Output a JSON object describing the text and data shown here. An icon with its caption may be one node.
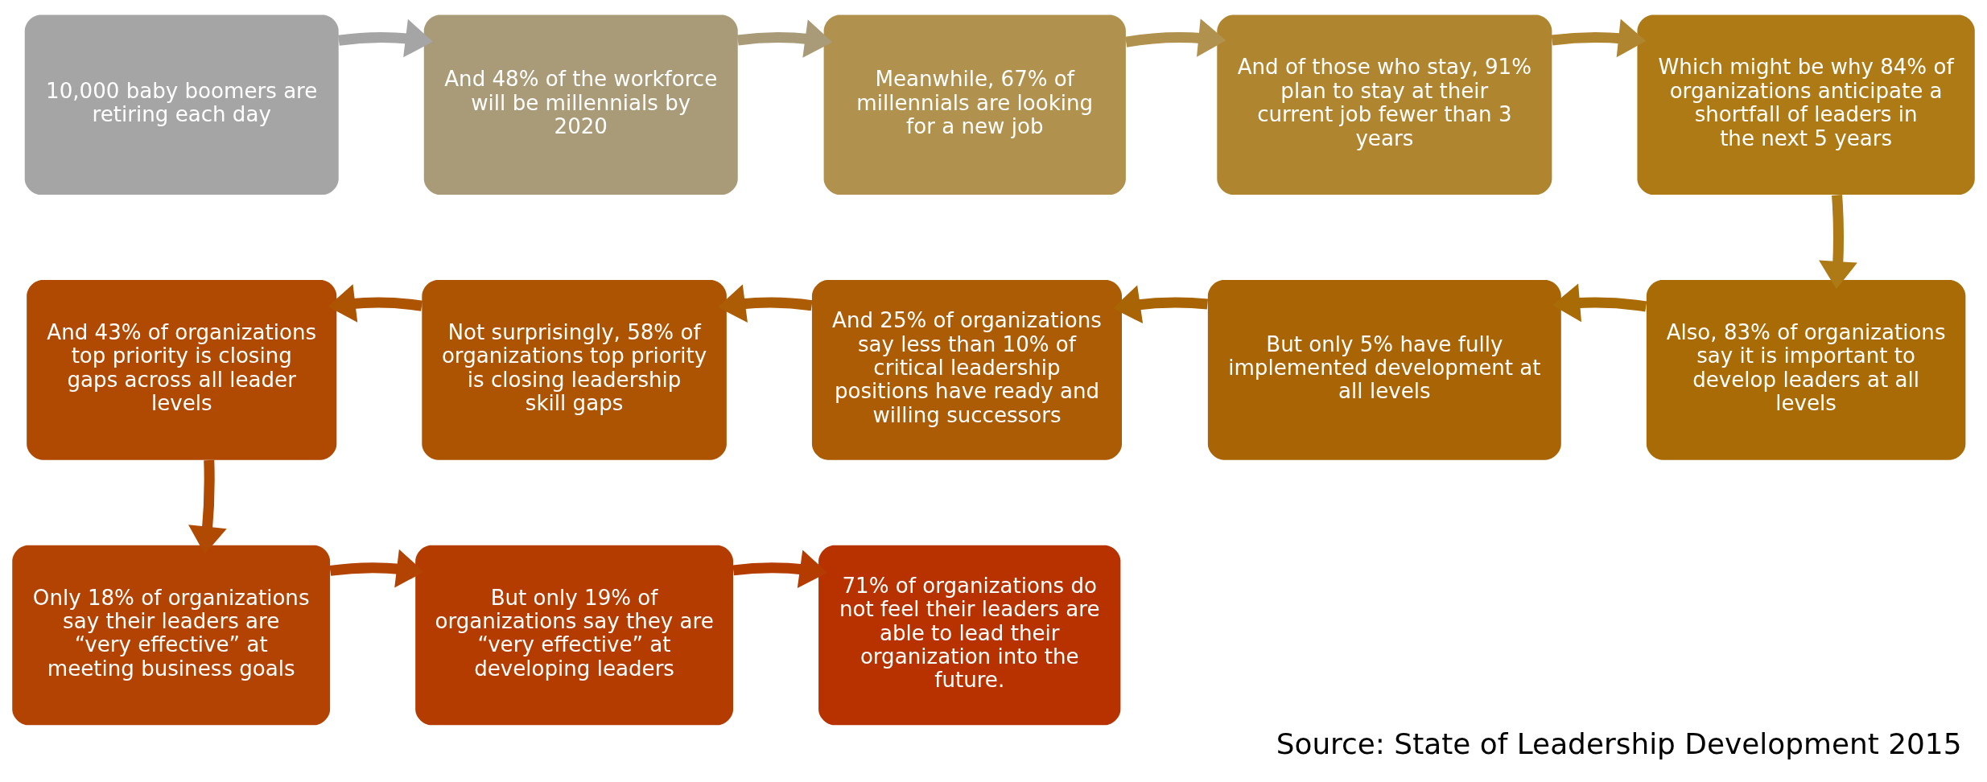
{
  "diagram": {
    "caption": "Source: State of Leadership Development 2015",
    "nodes": [
      {
        "text": [
          "10,000 baby boomers are retiring each day"
        ]
      },
      {
        "text": [
          "And 48% of the workforce will be millennials by 2020"
        ]
      },
      {
        "text": [
          "Meanwhile, 67% of millennials are looking for a new job"
        ]
      },
      {
        "text": [
          "And of those who stay, 91% plan to stay at their current job fewer than 3 years"
        ]
      },
      {
        "text": [
          "Which might be why 84% of organizations anticipate a shortfall of leaders in the next 5 years"
        ]
      },
      {
        "text": [
          "Also, 83% of organizations say it is important to develop leaders at all levels"
        ]
      },
      {
        "text": [
          "But only 5% have fully implemented development at all levels"
        ]
      },
      {
        "text": [
          "And 25% of organizations say less than 10% of critical leadership positions have ready and willing successors"
        ]
      },
      {
        "text": [
          "Not surprisingly, 58% of organizations top priority is closing leadership skill gaps"
        ]
      },
      {
        "text": [
          "And 43% of organizations top priority is closing gaps across all leader levels"
        ]
      },
      {
        "text": [
          "Only 18% of organizations say their leaders are “very effective” at meeting business goals"
        ]
      },
      {
        "text": [
          "But only 19% of organizations say they are “very effective” at developing leaders"
        ]
      },
      {
        "text": [
          "71% of organizations do not feel their leaders are able to lead their organization into the future."
        ]
      }
    ],
    "edges": [
      {
        "from": 0,
        "to": 1,
        "arrow": "to",
        "color": "#a5a5a5"
      },
      {
        "from": 1,
        "to": 2,
        "arrow": "to",
        "color": "#a99a78"
      },
      {
        "from": 2,
        "to": 3,
        "arrow": "to",
        "color": "#b0914e"
      },
      {
        "from": 3,
        "to": 4,
        "arrow": "to",
        "color": "#b08530"
      },
      {
        "from": 4,
        "to": 5,
        "arrow": "to",
        "color": "#ad7a16"
      },
      {
        "from": 5,
        "to": 6,
        "arrow": "to",
        "color": "#a86b06"
      },
      {
        "from": 6,
        "to": 7,
        "arrow": "to",
        "color": "#a86405"
      },
      {
        "from": 7,
        "to": 8,
        "arrow": "to",
        "color": "#ab5c04"
      },
      {
        "from": 8,
        "to": 9,
        "arrow": "to",
        "color": "#ad5403"
      },
      {
        "from": 9,
        "to": 10,
        "arrow": "to",
        "color": "#b04a02"
      },
      {
        "from": 10,
        "to": 11,
        "arrow": "to",
        "color": "#b24302"
      },
      {
        "from": 11,
        "to": 12,
        "arrow": "to",
        "color": "#b43c01"
      }
    ]
  }
}
